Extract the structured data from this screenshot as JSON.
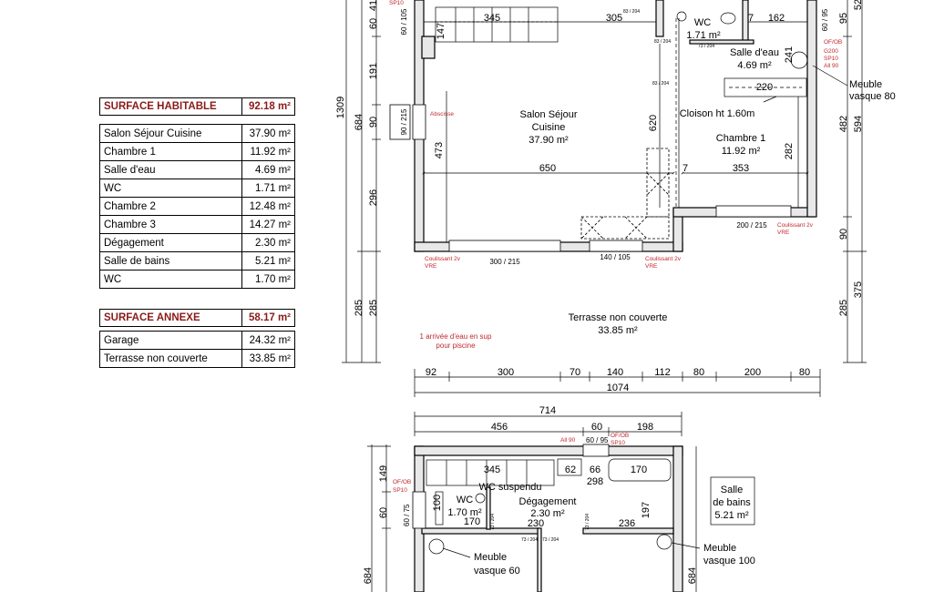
{
  "surfaces": {
    "habitable": {
      "title": "SURFACE HABITABLE",
      "total": "92.18 m²",
      "rows": [
        {
          "label": "Salon Séjour Cuisine",
          "value": "37.90 m²"
        },
        {
          "label": "Chambre 1",
          "value": "11.92 m²"
        },
        {
          "label": "Salle d'eau",
          "value": "4.69 m²"
        },
        {
          "label": "WC",
          "value": "1.71 m²"
        },
        {
          "label": "Chambre 2",
          "value": "12.48 m²"
        },
        {
          "label": "Chambre 3",
          "value": "14.27 m²"
        },
        {
          "label": "Dégagement",
          "value": "2.30 m²"
        },
        {
          "label": "Salle de bains",
          "value": "5.21 m²"
        },
        {
          "label": "WC",
          "value": "1.70 m²"
        }
      ]
    },
    "annexe": {
      "title": "SURFACE ANNEXE",
      "total": "58.17 m²",
      "rows": [
        {
          "label": "Garage",
          "value": "24.32 m²"
        },
        {
          "label": "Terrasse non couverte",
          "value": "33.85 m²"
        }
      ]
    }
  },
  "ground_floor": {
    "rooms": {
      "salon_name": "Salon Séjour",
      "salon_name2": "Cuisine",
      "salon_area": "37.90 m²",
      "wc_name": "WC",
      "wc_area": "1.71 m²",
      "salle_eau_name": "Salle d'eau",
      "salle_eau_area": "4.69 m²",
      "chambre1_name": "Chambre 1",
      "chambre1_area": "11.92 m²",
      "terrasse_name": "Terrasse non couverte",
      "terrasse_area": "33.85 m²"
    },
    "notes": {
      "meuble80_a": "Meuble",
      "meuble80_b": "vasque 80",
      "cloison": "Cloison ht 1.60m",
      "abscisse": "Abscisse",
      "coulissant_a": "Coulissant 2v",
      "coulissant_b": "VRE",
      "piscine_a": "1 arrivée d'eau en sup",
      "piscine_b": "pour piscine",
      "ofob": "OF/OB",
      "g200": "G200",
      "sp10": "SP10",
      "all90": "All 90"
    },
    "openings": {
      "o300_215": "300 / 215",
      "o140_105": "140 / 105",
      "o200_215": "200 / 215",
      "o90_215": "90 / 215",
      "o60_105": "60 / 105",
      "o60_95": "60 / 95",
      "o83_204": "83 / 204",
      "o73_204": "73 / 204"
    },
    "inner_dims": {
      "d345": "345",
      "d305": "305",
      "d162": "162",
      "d7": "7",
      "d147": "147",
      "d620": "620",
      "d650": "650",
      "d353": "353",
      "d282": "282",
      "d473": "473",
      "d220": "220",
      "d241": "241"
    },
    "bottom_dims": {
      "segments": [
        "92",
        "300",
        "70",
        "140",
        "112",
        "80",
        "200",
        "80"
      ],
      "total": "1074"
    },
    "left_dims": {
      "s60": "60",
      "s191": "191",
      "s90": "90",
      "s296": "296",
      "s285": "285",
      "t684": "684",
      "t285": "285",
      "overall": "1309",
      "top": "41"
    },
    "right_dims": {
      "s95": "95",
      "s482": "482",
      "s90": "90",
      "s285": "285",
      "t52": "52",
      "t594": "594",
      "t375": "375"
    }
  },
  "upper_floor": {
    "top_dims": {
      "total": "714",
      "a": "456",
      "b": "60",
      "c": "198"
    },
    "rooms": {
      "wc_name": "WC",
      "wc_suspendu": "WC suspendu",
      "wc_area": "1.70 m²",
      "degagement_name": "Dégagement",
      "degagement_area": "2.30 m²",
      "sdb_name1": "Salle",
      "sdb_name2": "de bains",
      "sdb_area": "5.21 m²",
      "meuble60_a": "Meuble",
      "meuble60_b": "vasque 60",
      "meuble100_a": "Meuble",
      "meuble100_b": "vasque 100"
    },
    "inner_dims": {
      "d345": "345",
      "d62": "62",
      "d66": "66",
      "d170a": "170",
      "d298": "298",
      "d100": "100",
      "d170b": "170",
      "d230": "230",
      "d236": "236",
      "d197": "197"
    },
    "left_dims": {
      "s149": "149",
      "s60": "60",
      "t684": "684"
    },
    "right_dims": {
      "t684": "684"
    },
    "notes": {
      "ofob": "OF/OB",
      "sp10": "SP10",
      "all90": "All 90",
      "o60_95": "60 / 95",
      "o60_75": "60 / 75",
      "o73_204": "73 / 204"
    }
  }
}
